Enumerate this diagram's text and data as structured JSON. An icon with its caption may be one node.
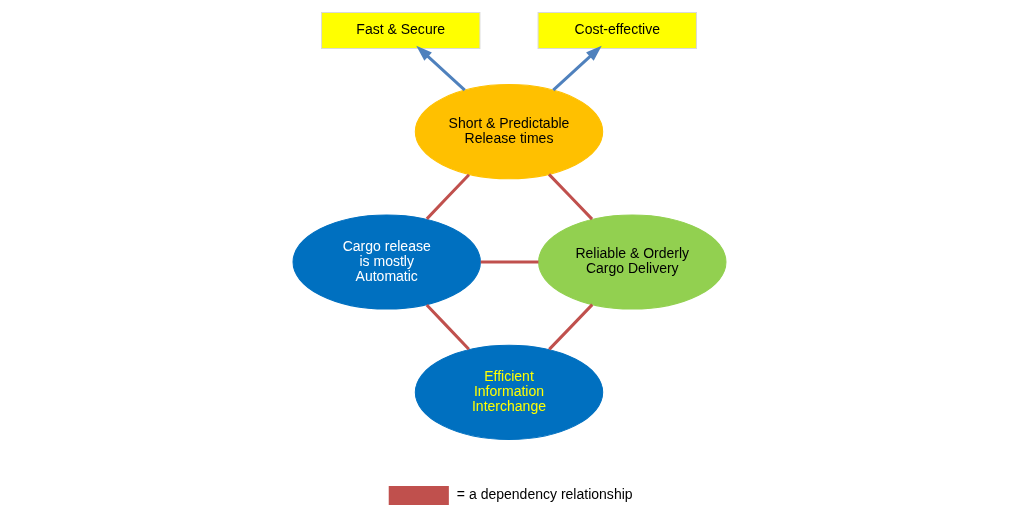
{
  "diagram": {
    "nodes": [
      {
        "text": [
          "Fast & Secure"
        ]
      },
      {
        "text": [
          "Cost-effective"
        ]
      },
      {
        "text": [
          "Short & Predictable Release times"
        ]
      },
      {
        "text": [
          "Reliable & Orderly Cargo Delivery"
        ]
      },
      {
        "text": [
          "Cargo release is mostly Automatic"
        ]
      },
      {
        "text": [
          "Efficient Information Interchange"
        ]
      }
    ],
    "edges": [
      {
        "from": 2,
        "to": 0,
        "arrow": "to",
        "color": "#4f81bd"
      },
      {
        "from": 2,
        "to": 1,
        "arrow": "to",
        "color": "#4f81bd"
      },
      {
        "from": 3,
        "to": 2,
        "arrow": "none"
      },
      {
        "from": 2,
        "to": 4,
        "arrow": "none"
      },
      {
        "from": 3,
        "to": 4,
        "arrow": "none"
      },
      {
        "from": 3,
        "to": 5,
        "arrow": "none"
      },
      {
        "from": 5,
        "to": 4,
        "arrow": "none"
      }
    ],
    "legend": [
      {
        "text": "= a dependency relationship"
      }
    ]
  }
}
